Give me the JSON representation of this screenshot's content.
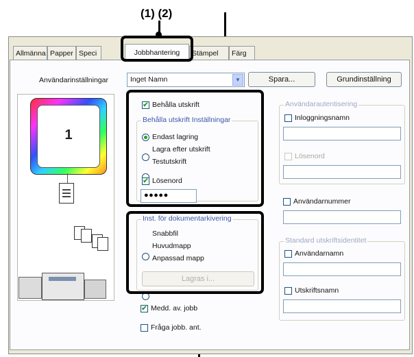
{
  "callouts": {
    "top_label": "(1) (2)"
  },
  "tabs": [
    {
      "label": "Allmänna"
    },
    {
      "label": "Papper"
    },
    {
      "label": "Speci"
    },
    {
      "label": "Jobbhantering"
    },
    {
      "label": "Stämpel"
    },
    {
      "label": "Färg"
    }
  ],
  "user_settings": {
    "label": "Användarinställningar",
    "value": "Inget Namn",
    "save_button": "Spara...",
    "default_button": "Grundinställning"
  },
  "preview": {
    "page_number": "1"
  },
  "retention": {
    "keep_print_label": "Behålla utskrift",
    "keep_print_checked": true,
    "settings_group_title": "Behålla utskrift Inställningar",
    "options": [
      {
        "label": "Endast lagring",
        "selected": true
      },
      {
        "label": "Lagra efter utskrift",
        "selected": false
      },
      {
        "label": "Testutskrift",
        "selected": false
      }
    ],
    "password_label": "Lösenord",
    "password_checked": true,
    "password_value": "●●●●●"
  },
  "archiving": {
    "group_title": "Inst. för dokumentarkivering",
    "options": [
      {
        "label": "Snabbfil",
        "selected": false
      },
      {
        "label": "Huvudmapp",
        "selected": true
      },
      {
        "label": "Anpassad mapp",
        "selected": false
      }
    ],
    "store_button": "Lagras i..."
  },
  "notifications": {
    "notify_label": "Medd. av. jobb",
    "notify_checked": true,
    "ask_label": "Fråga jobb. ant.",
    "ask_checked": false
  },
  "authentication": {
    "group_title": "Användarautentisering",
    "login_label": "Inloggningsnamn",
    "password_label": "Lösenord",
    "user_number_label": "Användarnummer"
  },
  "identification": {
    "group_title": "Standard utskriftsidentitet",
    "user_name_label": "Användarnamn",
    "job_name_label": "Utskriftsnamn"
  },
  "colors": {
    "highlight": "#000000",
    "check_green": "#21a121",
    "group_title_blue": "#3a55a6"
  }
}
